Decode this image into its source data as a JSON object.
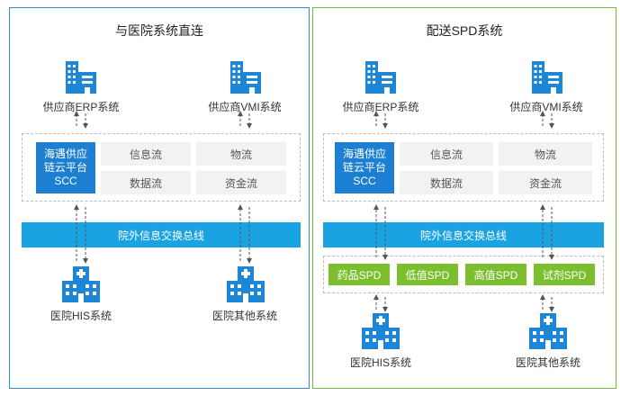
{
  "left": {
    "title": "与医院系统直连",
    "supplier_erp": "供应商ERP系统",
    "supplier_vmi": "供应商VMI系统",
    "scc": "海遇供应链云平台SCC",
    "flows": [
      "信息流",
      "物流",
      "数据流",
      "资金流"
    ],
    "bus": "院外信息交换总线",
    "his": "医院HIS系统",
    "other": "医院其他系统"
  },
  "right": {
    "title": "配送SPD系统",
    "supplier_erp": "供应商ERP系统",
    "supplier_vmi": "供应商VMI系统",
    "scc": "海遇供应链云平台SCC",
    "flows": [
      "信息流",
      "物流",
      "数据流",
      "资金流"
    ],
    "bus": "院外信息交换总线",
    "spd_items": [
      "药品SPD",
      "低值SPD",
      "高值SPD",
      "试剂SPD"
    ],
    "his": "医院HIS系统",
    "other": "医院其他系统"
  },
  "colors": {
    "left_border": "#2f8ed6",
    "right_border": "#78bd2f",
    "icon_blue": "#1d86d6",
    "bus_blue": "#1aa3e3",
    "spd_green": "#7bbf2e"
  },
  "icons": [
    "building-icon",
    "hospital-icon"
  ]
}
